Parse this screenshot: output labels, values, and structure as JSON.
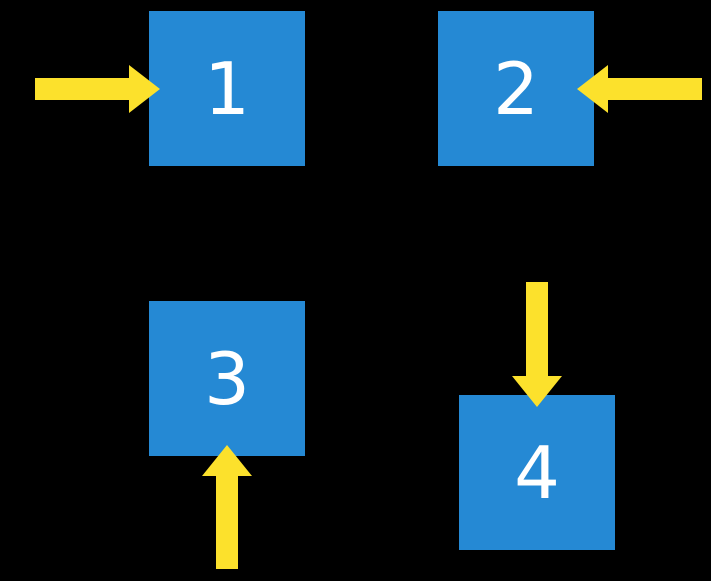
{
  "colors": {
    "background": "#000000",
    "box": "#2589d4",
    "arrow": "#fce12c",
    "label": "#ffffff"
  },
  "boxes": [
    {
      "label": "1",
      "arrow_direction": "right"
    },
    {
      "label": "2",
      "arrow_direction": "left"
    },
    {
      "label": "3",
      "arrow_direction": "up"
    },
    {
      "label": "4",
      "arrow_direction": "down"
    }
  ]
}
